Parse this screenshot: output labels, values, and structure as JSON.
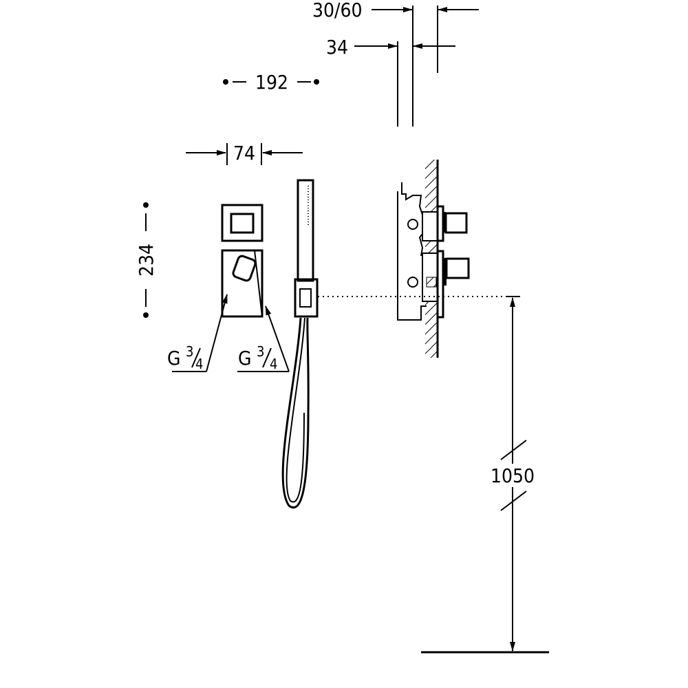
{
  "dimensions": {
    "depth_range": "30/60",
    "depth": "34",
    "center_distance": "192",
    "width": "74",
    "height": "234",
    "mount_height": "1050"
  },
  "thread_labels": [
    {
      "letter": "G",
      "numerator": "3",
      "denominator": "4"
    },
    {
      "letter": "G",
      "numerator": "3",
      "denominator": "4"
    }
  ]
}
